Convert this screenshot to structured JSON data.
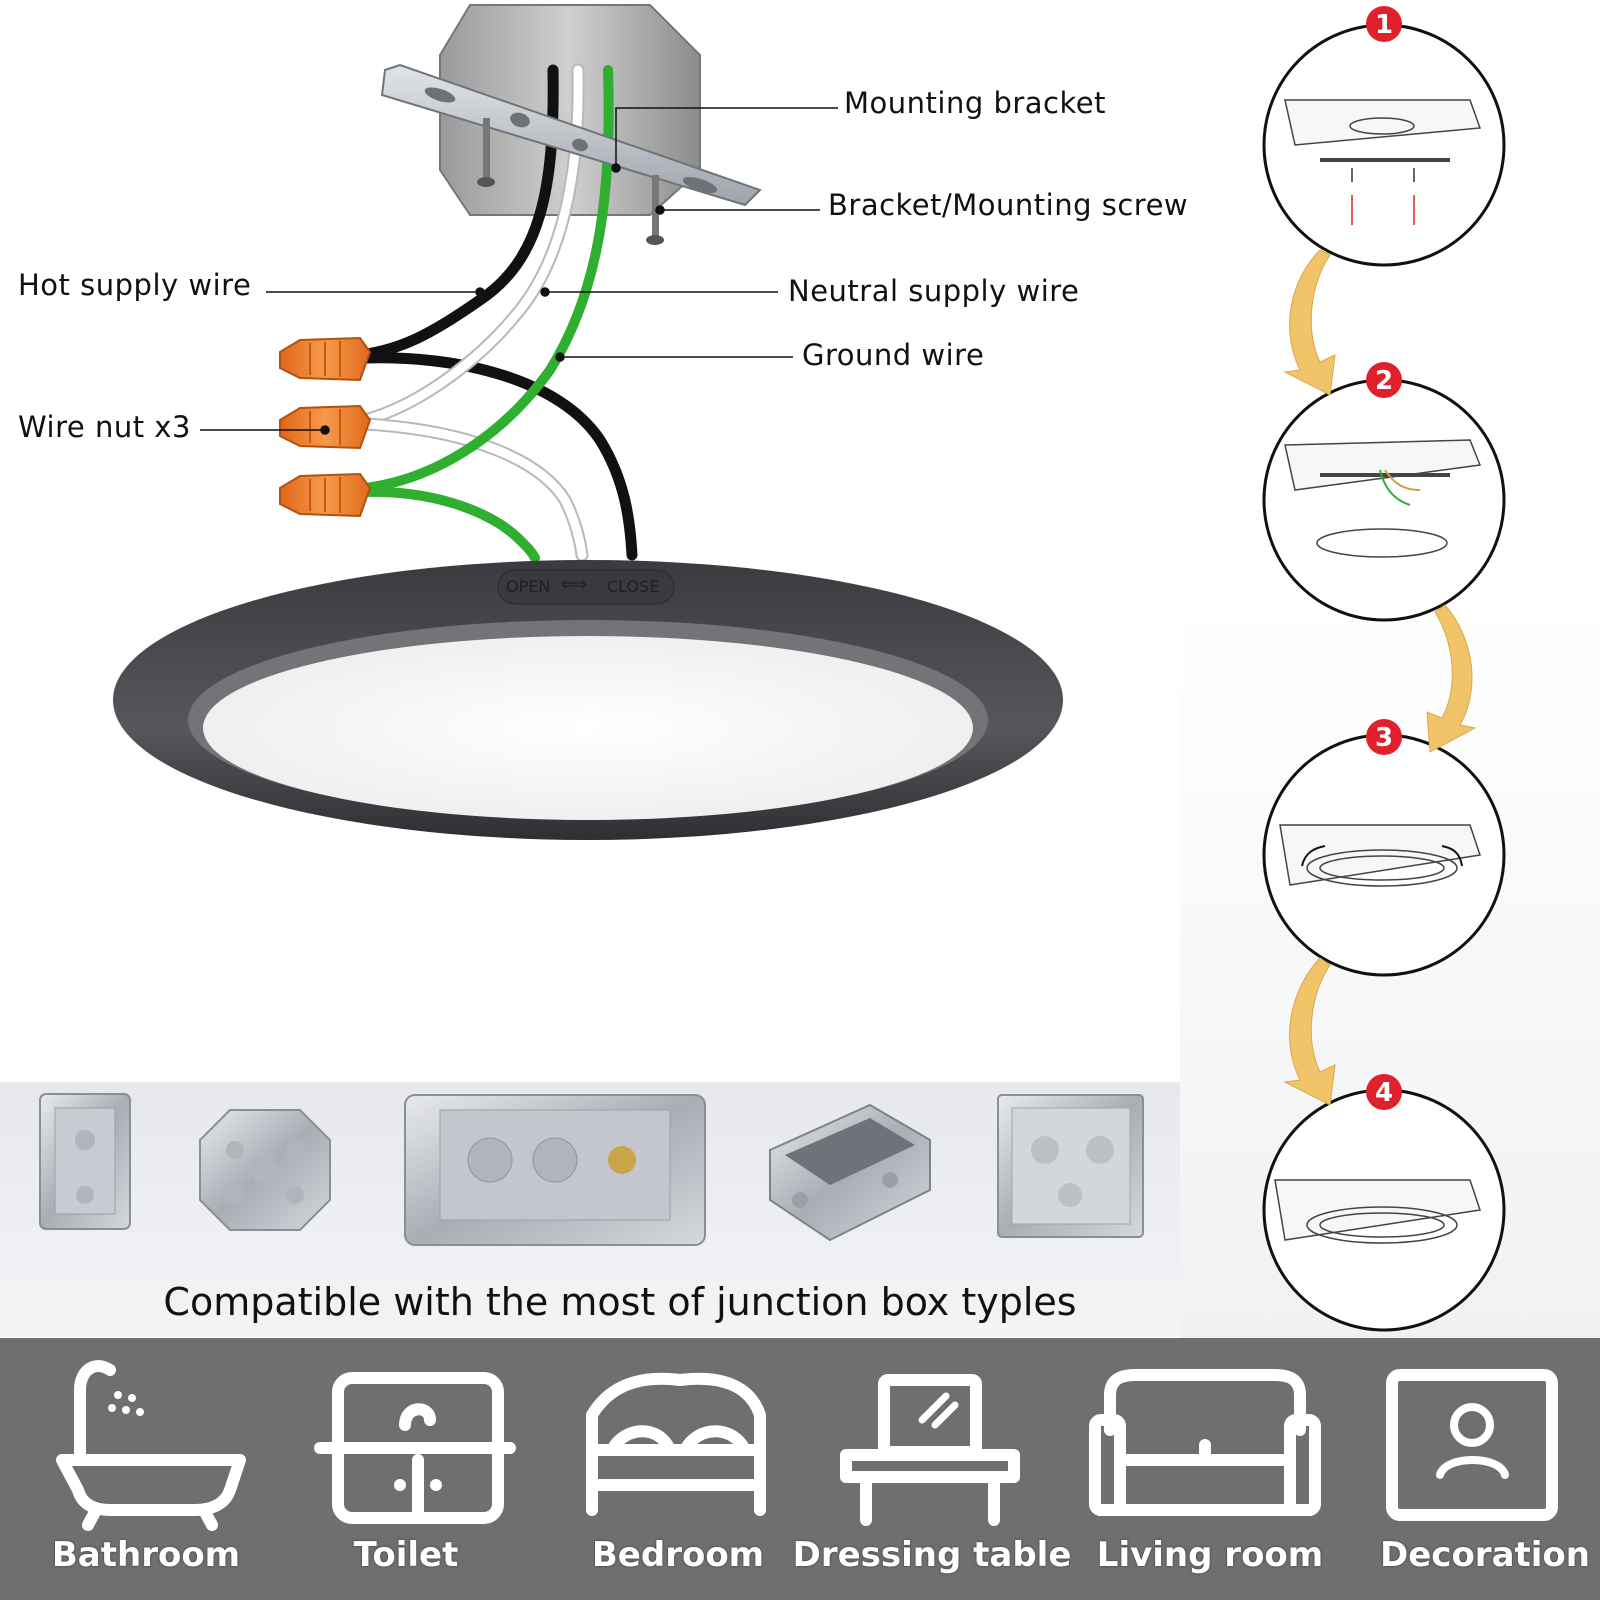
{
  "labels": {
    "mounting_bracket": "Mounting bracket",
    "bracket_screw": "Bracket/Mounting screw",
    "hot_wire": "Hot supply wire",
    "neutral_wire": "Neutral supply wire",
    "ground_wire": "Ground wire",
    "wire_nut": "Wire nut x3",
    "open": "OPEN",
    "close": "CLOSE"
  },
  "caption": "Compatible with the most of junction box typles",
  "steps": [
    "1",
    "2",
    "3",
    "4"
  ],
  "rooms": [
    "Bathroom",
    "Toilet",
    "Bedroom",
    "Dressing table",
    "Living room",
    "Decoration"
  ],
  "icons": {
    "rooms": [
      "bathtub-shower-icon",
      "toilet-sink-icon",
      "bed-icon",
      "dressing-table-icon",
      "sofa-icon",
      "people-frame-icon"
    ],
    "boxes": [
      "junction-box-icon"
    ],
    "arrows": [
      "curved-arrow-icon"
    ]
  },
  "colors": {
    "wire_hot": "#111111",
    "wire_neutral": "#ffffff",
    "wire_ground": "#2fae2f",
    "wire_nut": "#f07a22",
    "fixture_rim": "#4a4a4e",
    "step_badge": "#e0202a",
    "arrow": "#f2c46a",
    "bottom_band": "#6f6f6f"
  }
}
